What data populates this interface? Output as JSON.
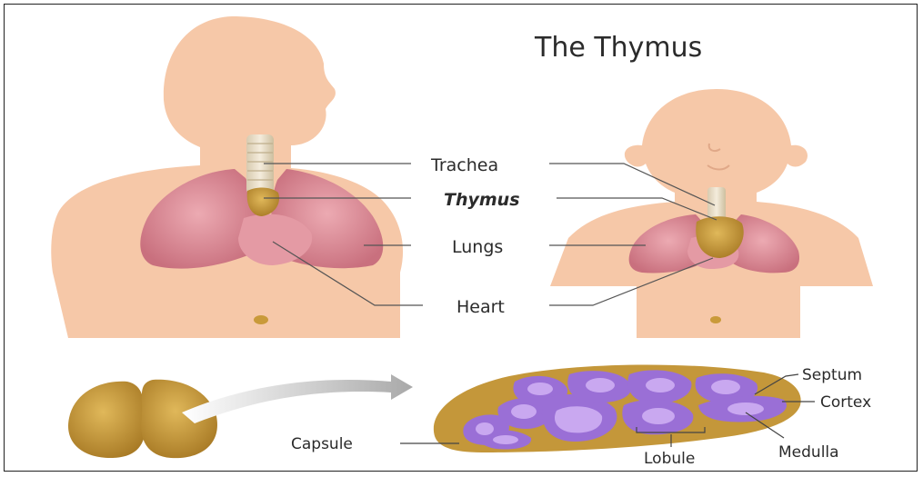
{
  "title": "The Thymus",
  "labels": {
    "trachea": "Trachea",
    "thymus": "Thymus",
    "lungs": "Lungs",
    "heart": "Heart",
    "septum": "Septum",
    "cortex": "Cortex",
    "capsule": "Capsule",
    "lobule": "Lobule",
    "medulla": "Medulla"
  },
  "colors": {
    "skin": "#f6c8a8",
    "lung": "#d98592",
    "thymus_gland": "#c99a3a",
    "capsule": "#c4973a",
    "lobule": "#9a6fd6",
    "medulla": "#c9a8f0",
    "arrow": "#bdbdbd"
  }
}
